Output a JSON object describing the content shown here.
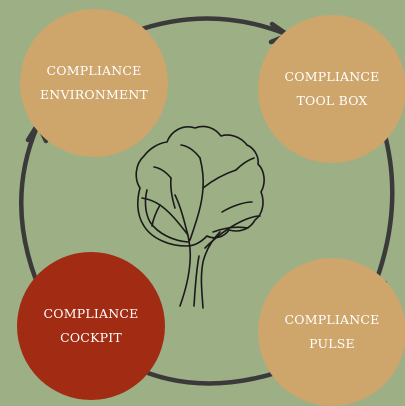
{
  "diagram": {
    "background_color": "#9daf85",
    "node_colors": {
      "default": "#cea56b",
      "highlight": "#a12c13"
    },
    "center_icon": "tree-icon",
    "nodes": [
      {
        "id": "environment",
        "line1": "COMPLIANCE",
        "line2": "ENVIRONMENT"
      },
      {
        "id": "toolbox",
        "line1": "COMPLIANCE",
        "line2": "TOOL BOX"
      },
      {
        "id": "pulse",
        "line1": "COMPLIANCE",
        "line2": "PULSE"
      },
      {
        "id": "cockpit",
        "line1": "COMPLIANCE",
        "line2": "COCKPIT"
      }
    ],
    "flow": [
      "environment",
      "toolbox",
      "pulse",
      "cockpit",
      "environment"
    ]
  }
}
